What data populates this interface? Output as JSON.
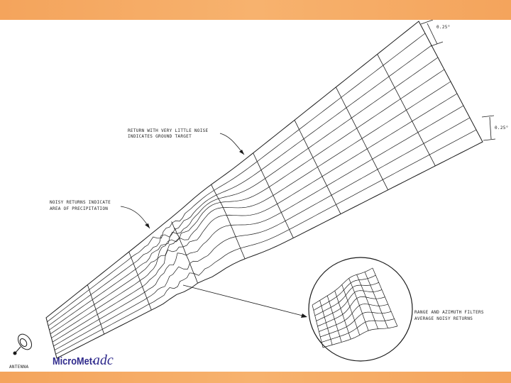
{
  "labels": {
    "angle_top": "0.25°",
    "angle_right": "0.25°",
    "ground_return_line1": "RETURN WITH VERY LITTLE NOISE",
    "ground_return_line2": "INDICATES GROUND TARGET",
    "noisy_line1": "NOISY RETURNS INDICATE",
    "noisy_line2": "AREA OF PRECIPITATION",
    "filters_line1": "RANGE AND AZIMUTH FILTERS",
    "filters_line2": "AVERAGE NOISY RETURNS",
    "antenna": "ANTENNA"
  },
  "brand": {
    "main": "MicroMet-",
    "italic": "adc"
  },
  "colors": {
    "bar": "#f4a45c",
    "brand_text": "#2f2a8c",
    "line": "#1a1a1a"
  }
}
